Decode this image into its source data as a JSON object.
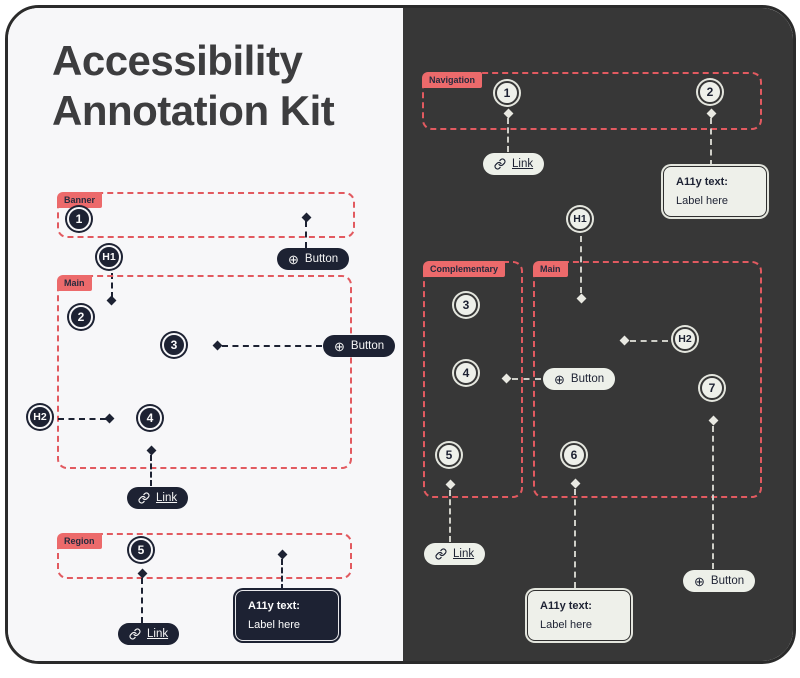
{
  "title": "Accessibility Annotation Kit",
  "shared": {
    "button_label": "Button",
    "link_label": "Link",
    "a11y_title": "A11y text:",
    "a11y_body": "Label here",
    "h1": "H1",
    "h2": "H2"
  },
  "icons": {
    "plus": "⊕",
    "link": "link-icon"
  },
  "numbers": [
    "1",
    "2",
    "3",
    "4",
    "5",
    "6",
    "7"
  ],
  "left_panel": {
    "regions": {
      "banner": "Banner",
      "main": "Main",
      "region": "Region"
    },
    "markers": [
      "1",
      "2",
      "3",
      "4",
      "5"
    ],
    "headings": [
      "H1",
      "H2"
    ]
  },
  "right_panel": {
    "regions": {
      "navigation": "Navigation",
      "complementary": "Complementary",
      "main": "Main"
    },
    "markers": [
      "1",
      "2",
      "3",
      "4",
      "5",
      "6",
      "7"
    ],
    "headings": [
      "H1",
      "H2"
    ]
  },
  "colors": {
    "accent_red": "#ec6a6b",
    "dashed_red": "#e25a60",
    "dark_navy": "#1d2233",
    "light_chip": "#eef0ea",
    "panel_light": "#f7f7f9",
    "panel_dark": "#373737"
  }
}
